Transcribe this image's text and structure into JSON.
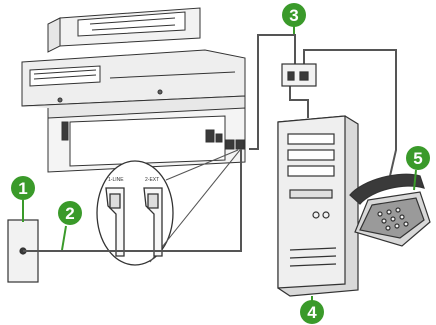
{
  "colors": {
    "callout": "#3a9a2a",
    "line": "#555555",
    "outline": "#333333",
    "fill_light": "#f2f2f2",
    "fill_mid": "#d8d8d8",
    "fill_dark": "#3a3a3a"
  },
  "callouts": [
    {
      "id": "1",
      "label": "1"
    },
    {
      "id": "2",
      "label": "2"
    },
    {
      "id": "3",
      "label": "3"
    },
    {
      "id": "4",
      "label": "4"
    },
    {
      "id": "5",
      "label": "5"
    }
  ],
  "ports": {
    "left": "1-LINE",
    "right": "2-EXT"
  },
  "icons": [
    "printer-icon",
    "wall-jack-icon",
    "splitter-icon",
    "computer-tower-icon",
    "telephone-icon"
  ]
}
